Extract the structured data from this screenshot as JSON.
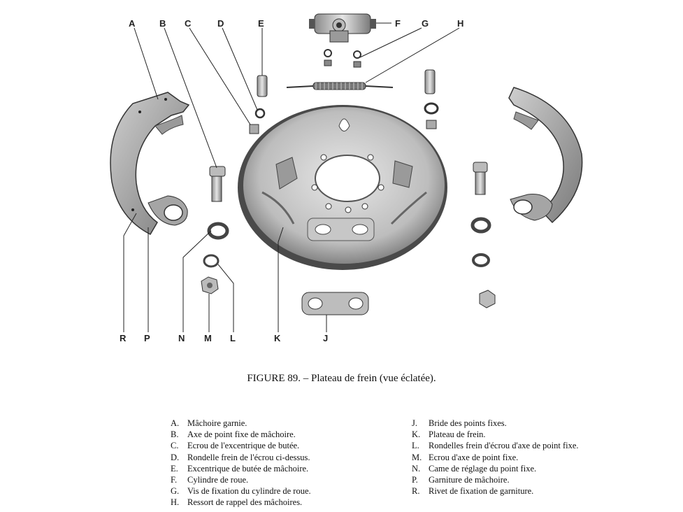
{
  "figure": {
    "caption": "FIGURE  89. – Plateau de frein (vue éclatée).",
    "callouts": {
      "A": "A",
      "B": "B",
      "C": "C",
      "D": "D",
      "E": "E",
      "F": "F",
      "G": "G",
      "H": "H",
      "J": "J",
      "K": "K",
      "L": "L",
      "M": "M",
      "N": "N",
      "P": "P",
      "R": "R"
    }
  },
  "legend": {
    "left": [
      {
        "key": "A.",
        "text": "Mâchoire garnie."
      },
      {
        "key": "B.",
        "text": "Axe de point fixe de mâchoire."
      },
      {
        "key": "C.",
        "text": "Ecrou de l'excentrique de butée."
      },
      {
        "key": "D.",
        "text": "Rondelle frein de l'écrou ci-dessus."
      },
      {
        "key": "E.",
        "text": "Excentrique de butée de mâchoire."
      },
      {
        "key": "F.",
        "text": "Cylindre de roue."
      },
      {
        "key": "G.",
        "text": "Vis de fixation du cylindre de roue."
      },
      {
        "key": "H.",
        "text": "Ressort de rappel des mâchoires."
      }
    ],
    "right": [
      {
        "key": "J.",
        "text": "Bride des points fixes."
      },
      {
        "key": "K.",
        "text": "Plateau de frein."
      },
      {
        "key": "L.",
        "text": "Rondelles frein d'écrou d'axe  de point fixe."
      },
      {
        "key": "M.",
        "text": "Ecrou d'axe de point fixe."
      },
      {
        "key": "N.",
        "text": "Came de réglage du point fixe."
      },
      {
        "key": "P.",
        "text": "Garniture de mâchoire."
      },
      {
        "key": "R.",
        "text": "Rivet de fixation de garniture."
      }
    ]
  }
}
